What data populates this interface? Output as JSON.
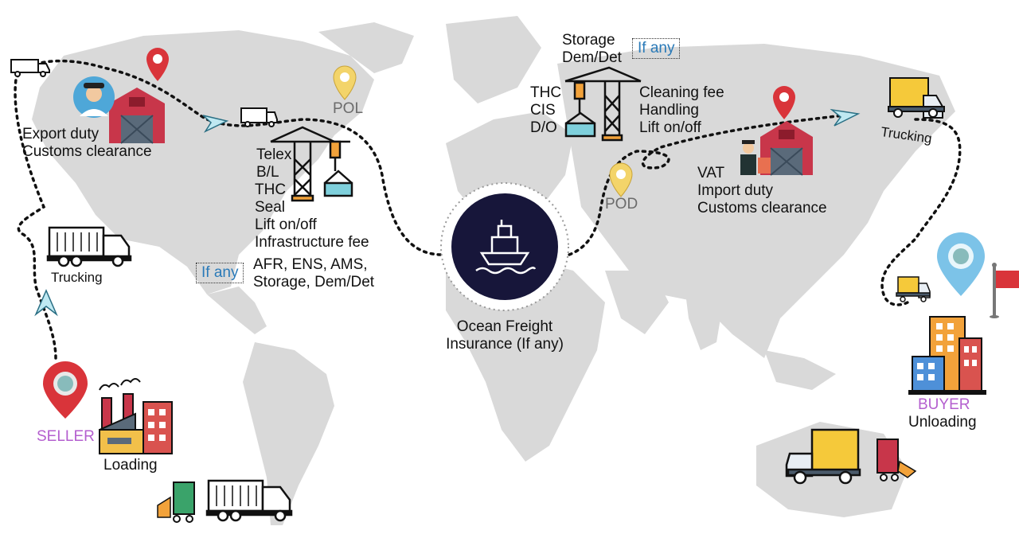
{
  "export": {
    "duty": "Export duty",
    "customs": "Customs clearance"
  },
  "trucking_left": "Trucking",
  "seller": "SELLER",
  "loading": "Loading",
  "pol": "POL",
  "origin_charges": [
    "Telex",
    "B/L",
    "THC",
    "Seal",
    "Lift on/off",
    "Infrastructure fee"
  ],
  "if_any_left": "If any",
  "if_any_charges": [
    "AFR, ENS, AMS,",
    "Storage, Dem/Det"
  ],
  "ocean": {
    "freight": "Ocean Freight",
    "insurance": "Insurance (If any)"
  },
  "dest_top": {
    "storage": "Storage",
    "demdet": "Dem/Det",
    "if_any": "If any"
  },
  "dest_left": [
    "THC",
    "CIS",
    "D/O"
  ],
  "dest_right": [
    "Cleaning fee",
    "Handling",
    "Lift on/off"
  ],
  "pod": "POD",
  "import": {
    "vat": "VAT",
    "duty": "Import duty",
    "customs": "Customs clearance"
  },
  "trucking_right": "Trucking",
  "buyer": "BUYER",
  "unloading": "Unloading",
  "colors": {
    "map": "#d9d9d9",
    "pin_red": "#d9343a",
    "pin_yellow": "#f3d46a",
    "pin_blue": "#7cc3e8",
    "ship_circle": "#17163a",
    "purple": "#b45fcf",
    "blue_text": "#2a7ab8",
    "crane_blue": "#7fd0dc",
    "crane_orange": "#f2a23a",
    "truck_yellow": "#f5c93a"
  }
}
